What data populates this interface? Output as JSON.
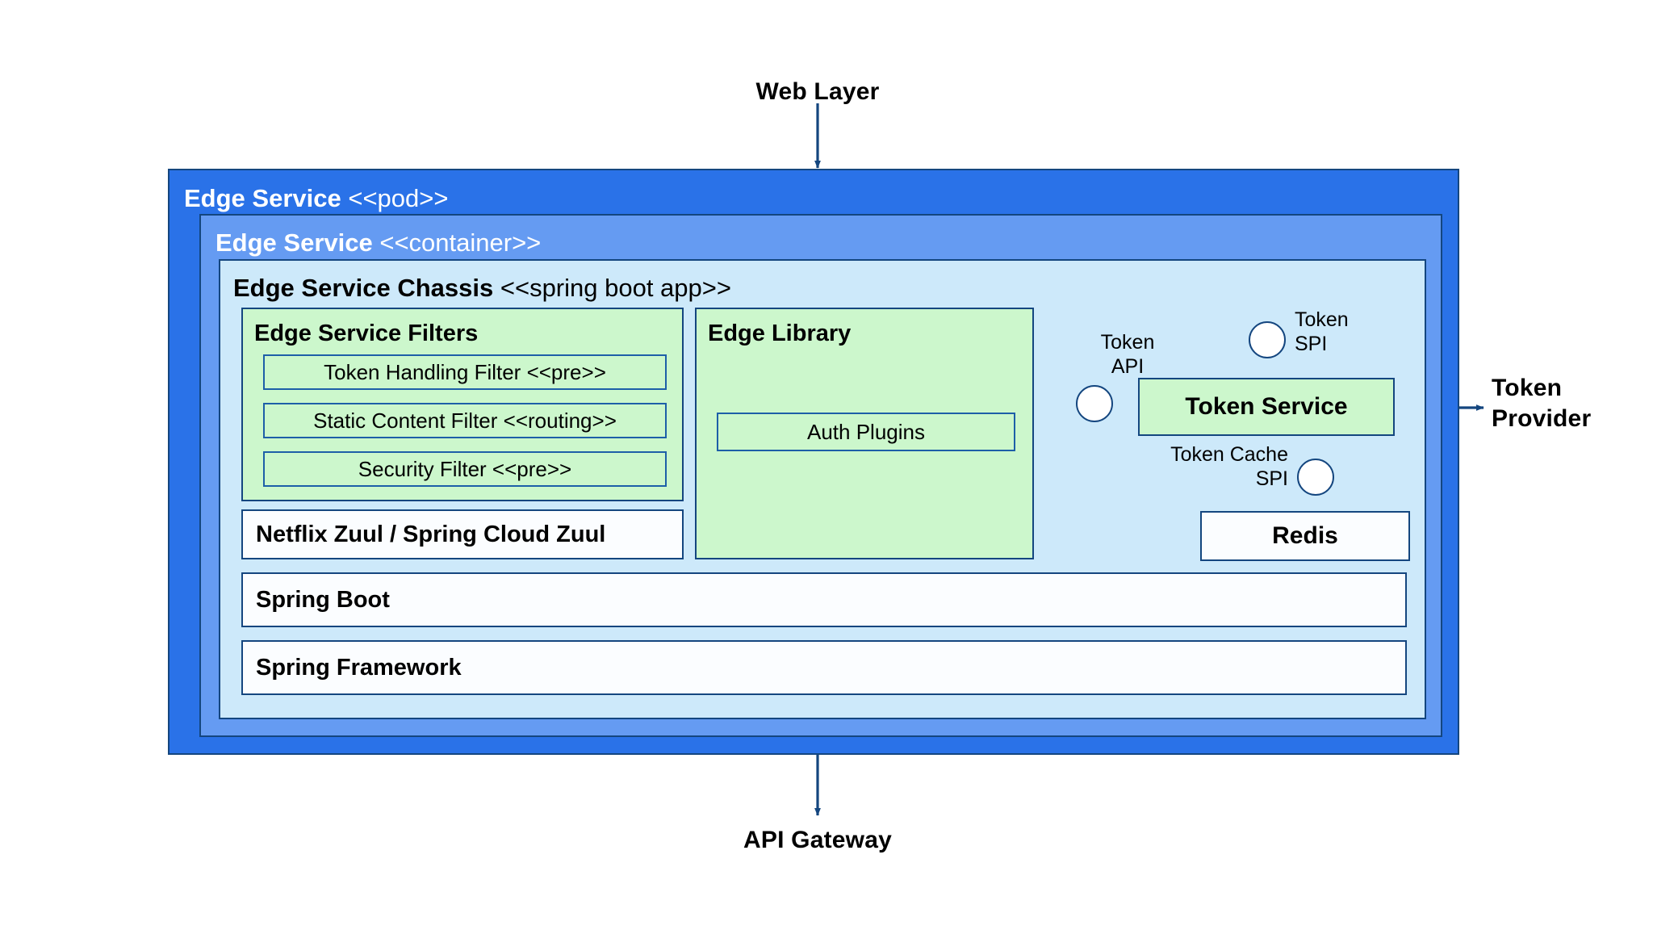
{
  "diagram": {
    "external": {
      "web_layer": "Web Layer",
      "api_gateway": "API Gateway",
      "token_provider_line1": "Token",
      "token_provider_line2": "Provider"
    },
    "pod": {
      "name": "Edge Service",
      "stereotype": "<<pod>>"
    },
    "container": {
      "name": "Edge Service",
      "stereotype": "<<container>>"
    },
    "chassis": {
      "name": "Edge Service Chassis",
      "stereotype": "<<spring boot app>>"
    },
    "filters_group": {
      "title": "Edge Service Filters",
      "items": [
        "Token Handling Filter <<pre>>",
        "Static Content Filter <<routing>>",
        "Security Filter <<pre>>"
      ]
    },
    "edge_library": {
      "title": "Edge Library",
      "items": [
        "Auth Plugins"
      ]
    },
    "stack": [
      "Netflix Zuul / Spring Cloud Zuul",
      "Spring Boot",
      "Spring Framework"
    ],
    "token_service": {
      "label": "Token Service"
    },
    "redis": {
      "label": "Redis"
    },
    "interfaces": {
      "token_api_line1": "Token",
      "token_api_line2": "API",
      "token_spi_line1": "Token",
      "token_spi_line2": "SPI",
      "token_cache_spi_line1": "Token Cache",
      "token_cache_spi_line2": "SPI"
    },
    "colors": {
      "pod_fill": "#2a72e8",
      "container_fill": "#659bf2",
      "chassis_fill": "#cde9fa",
      "component_fill": "#ccf7cc",
      "plain_fill": "#fbfdff",
      "stroke": "#14467f"
    }
  }
}
